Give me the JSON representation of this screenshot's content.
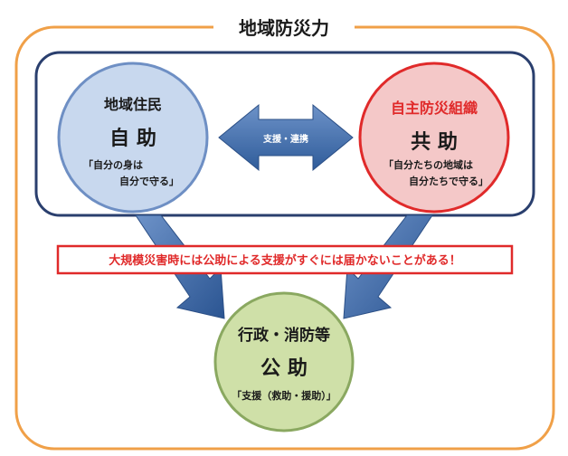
{
  "frame": {
    "title": "地域防災力"
  },
  "residents": {
    "heading": "地域住民",
    "role": "自 助",
    "note_line1": "「自分の身は",
    "note_line2": "自分で守る」"
  },
  "organization": {
    "heading": "自主防災組織",
    "role": "共 助",
    "note_line1": "「自分たちの地域は",
    "note_line2": "自分たちで守る」"
  },
  "link": {
    "label": "支援・連携"
  },
  "warning": {
    "text": "大規模災害時には公助による支援がすぐには届かないことがある！"
  },
  "public": {
    "heading": "行政・消防等",
    "role": "公 助",
    "note": "「支援（救助・援助）」"
  },
  "colors": {
    "frame_orange": "#f0a048",
    "inner_border": "#2a3f6e",
    "resident_fill": "#c8d8ee",
    "resident_stroke": "#6e8fc4",
    "org_fill": "#f4c8c8",
    "org_stroke": "#e02a2a",
    "org_text": "#e02a2a",
    "public_fill": "#cfe0a8",
    "public_stroke": "#8aa860",
    "arrow_fill": "#3f6aa6",
    "warning_border": "#e02a2a"
  }
}
